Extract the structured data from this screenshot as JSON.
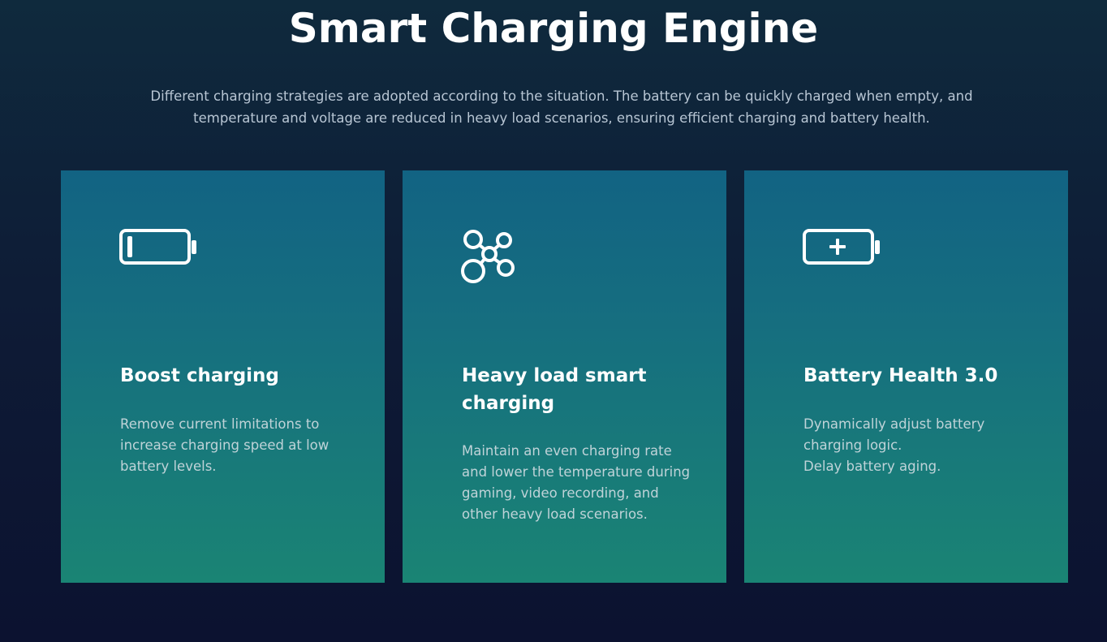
{
  "header": {
    "title": "Smart Charging Engine",
    "subtitle": "Different charging strategies are adopted according to the situation. The battery can be quickly charged when empty, and temperature and voltage are reduced in heavy load scenarios, ensuring efficient charging and battery health."
  },
  "cards": [
    {
      "icon": "battery-low-icon",
      "title": "Boost charging",
      "description": [
        "Remove current limitations to increase charging speed at low battery levels."
      ]
    },
    {
      "icon": "command-key-icon",
      "title": "Heavy load smart charging",
      "description": [
        "Maintain an even charging rate and lower the temperature during gaming, video recording, and other heavy load scenarios."
      ]
    },
    {
      "icon": "battery-plus-icon",
      "title": "Battery Health 3.0",
      "description": [
        "Dynamically adjust battery charging logic.",
        "Delay battery aging."
      ]
    }
  ],
  "colors": {
    "background_top": "#0f2a3d",
    "background_bottom": "#0c1230",
    "card_top": "#126383",
    "card_bottom": "#1a8474",
    "text_muted": "#b8c6d4"
  }
}
